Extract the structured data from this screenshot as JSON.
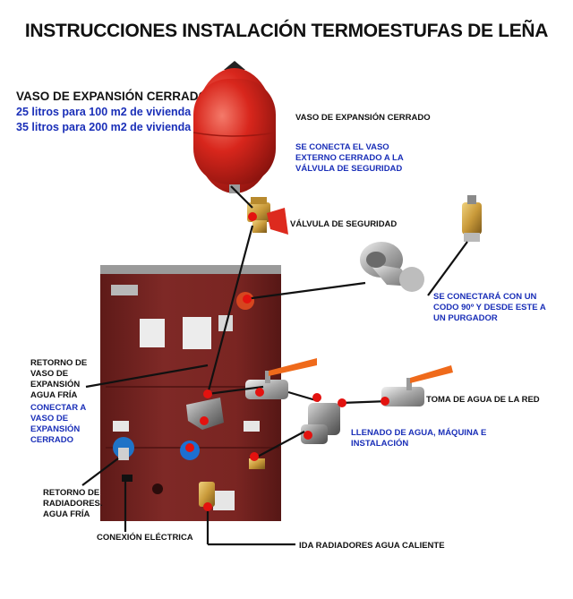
{
  "title": "INSTRUCCIONES INSTALACIÓN TERMOESTUFAS DE LEÑA",
  "expansion_info": {
    "heading": "VASO DE EXPANSIÓN CERRADO:",
    "line1": "25 litros para 100 m2 de vivienda",
    "line2": "35 litros para 200 m2 de vivienda"
  },
  "labels": {
    "vaso_expansion": "VASO DE EXPANSIÓN CERRADO",
    "vaso_note": "SE CONECTA EL VASO\nEXTERNO CERRADO A LA\nVÁLVULA DE SEGURIDAD",
    "valvula_seguridad": "VÁLVULA DE SEGURIDAD",
    "codo_note": "SE CONECTARÁ CON UN\nCODO 90º Y DESDE ESTE A\nUN PURGADOR",
    "retorno_vaso": "RETORNO DE\nVASO DE\nEXPANSIÓN\nAGUA FRÍA",
    "retorno_vaso_note": "CONECTAR A\nVASO DE\nEXPANSIÓN\nCERRADO",
    "toma_agua": "TOMA DE AGUA DE LA RED",
    "llenado_note": "LLENADO DE AGUA, MÁQUINA E\nINSTALACIÓN",
    "retorno_radiadores": "RETORNO DE\nRADIADORES.\nAGUA FRÍA",
    "conexion_electrica": "CONEXIÓN ELÉCTRICA",
    "ida_radiadores": "IDA RADIADORES AGUA CALIENTE"
  },
  "colors": {
    "boiler_body": "#7a2522",
    "tank_red": "#d8261c",
    "marker_red": "#e3120f",
    "brass": "#c99a3a",
    "valve_handle": "#ef6a1b",
    "note_blue": "#1a2fb8"
  }
}
